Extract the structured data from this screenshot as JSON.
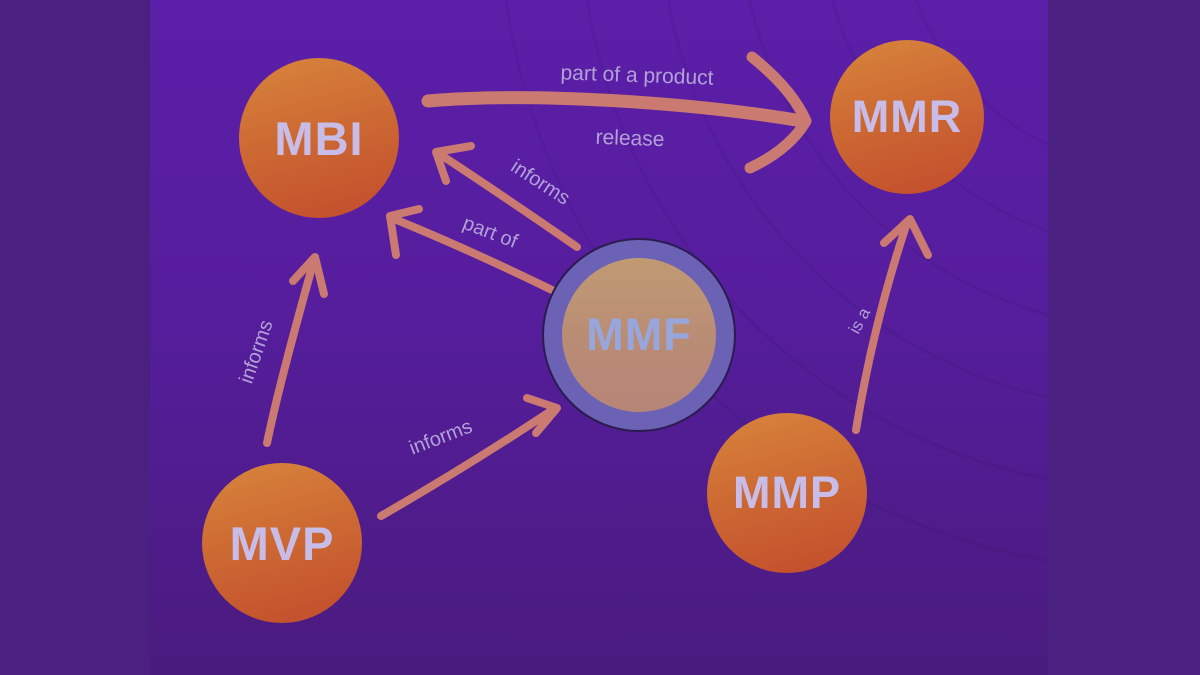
{
  "diagram": {
    "description": "Concept diagram of agile product increment terms",
    "colors": {
      "letterbox_bar": "#4a2180",
      "panel_top": "#5c1fa9",
      "panel_bottom": "#4a1c7f",
      "arrow": "#ca7a70",
      "edge_label_text": "#b2a0d8",
      "node_label_text": "#c8bde9",
      "mmf_label_text": "#98a6de",
      "node_orange_top": "#d8853c",
      "node_orange_bottom": "#c24c2c",
      "mmf_ring": "#6b62b5",
      "mmf_inner_top": "#c09a73",
      "mmf_inner_bottom": "#b78578"
    },
    "nodes": [
      {
        "id": "mbi",
        "label": "MBI"
      },
      {
        "id": "mmr",
        "label": "MMR"
      },
      {
        "id": "mmf",
        "label": "MMF"
      },
      {
        "id": "mvp",
        "label": "MVP"
      },
      {
        "id": "mmp",
        "label": "MMP"
      }
    ],
    "edges": [
      {
        "from": "mbi",
        "to": "mmr",
        "label_line1": "part of a product",
        "label_line2": "release"
      },
      {
        "from": "mmf",
        "to": "mbi",
        "label": "informs"
      },
      {
        "from": "mmf",
        "to": "mbi",
        "label": "part of"
      },
      {
        "from": "mvp",
        "to": "mbi",
        "label": "informs"
      },
      {
        "from": "mvp",
        "to": "mmf",
        "label": "informs"
      },
      {
        "from": "mmp",
        "to": "mmr",
        "label": "is a"
      }
    ]
  }
}
